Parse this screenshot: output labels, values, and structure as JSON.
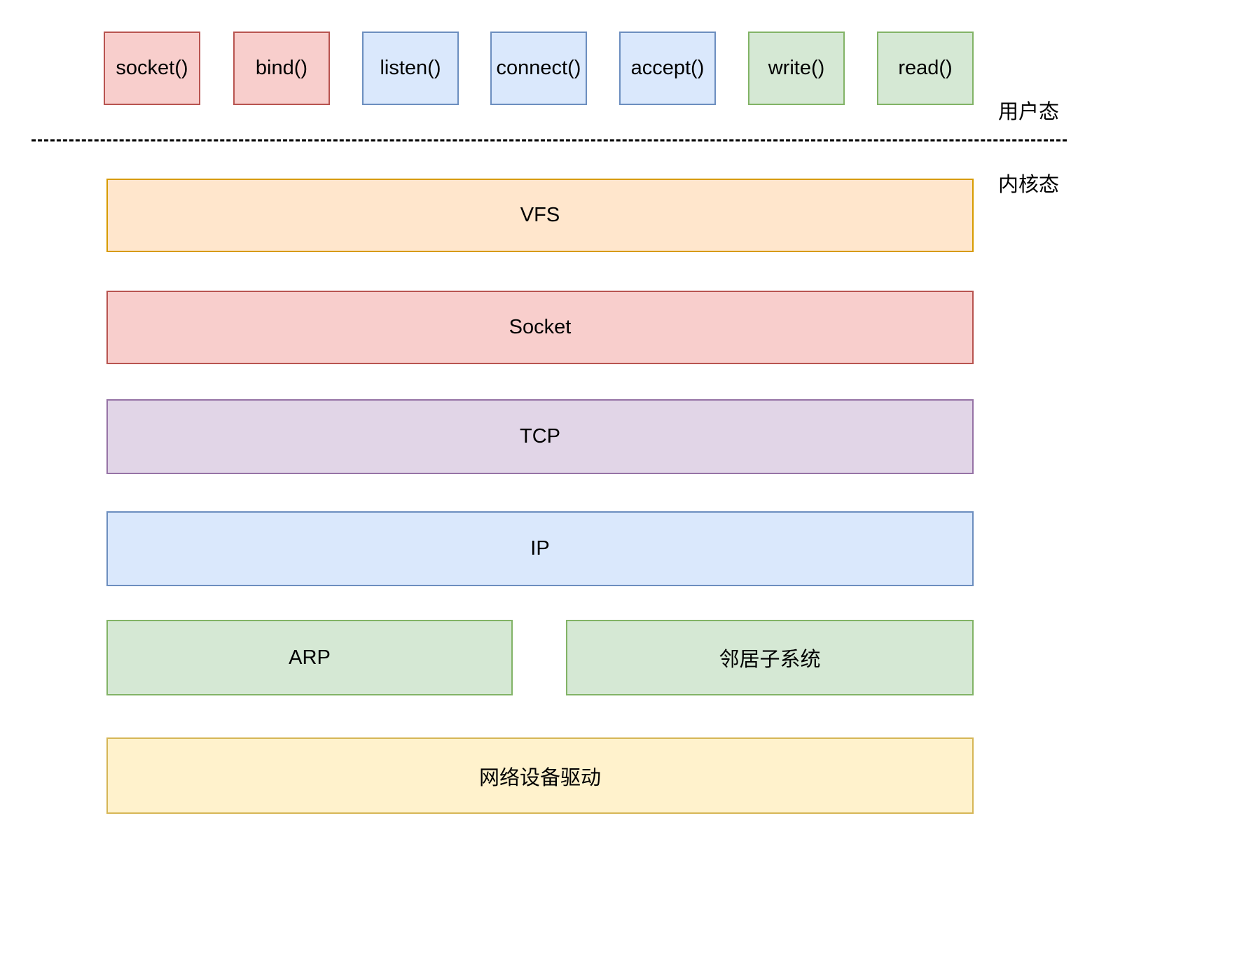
{
  "labels": {
    "user_mode": "用户态",
    "kernel_mode": "内核态"
  },
  "colors": {
    "red": {
      "fill": "#f8cecc",
      "border": "#b85450"
    },
    "blue": {
      "fill": "#dae8fc",
      "border": "#6c8ebf"
    },
    "green": {
      "fill": "#d5e8d4",
      "border": "#82b366"
    },
    "orange": {
      "fill": "#ffe6cc",
      "border": "#d79b00"
    },
    "purple": {
      "fill": "#e1d5e7",
      "border": "#9673a6"
    },
    "yellow": {
      "fill": "#fff2cc",
      "border": "#d6b656"
    }
  },
  "syscalls": [
    {
      "label": "socket()",
      "color": "red"
    },
    {
      "label": "bind()",
      "color": "red"
    },
    {
      "label": "listen()",
      "color": "blue"
    },
    {
      "label": "connect()",
      "color": "blue"
    },
    {
      "label": "accept()",
      "color": "blue"
    },
    {
      "label": "write()",
      "color": "green"
    },
    {
      "label": "read()",
      "color": "green"
    }
  ],
  "layers": [
    {
      "label": "VFS",
      "color": "orange"
    },
    {
      "label": "Socket",
      "color": "red"
    },
    {
      "label": "TCP",
      "color": "purple"
    },
    {
      "label": "IP",
      "color": "blue"
    }
  ],
  "arp_layer": [
    {
      "label": "ARP",
      "color": "green"
    },
    {
      "label": "邻居子系统",
      "color": "green"
    }
  ],
  "driver_layer": {
    "label": "网络设备驱动",
    "color": "yellow"
  }
}
